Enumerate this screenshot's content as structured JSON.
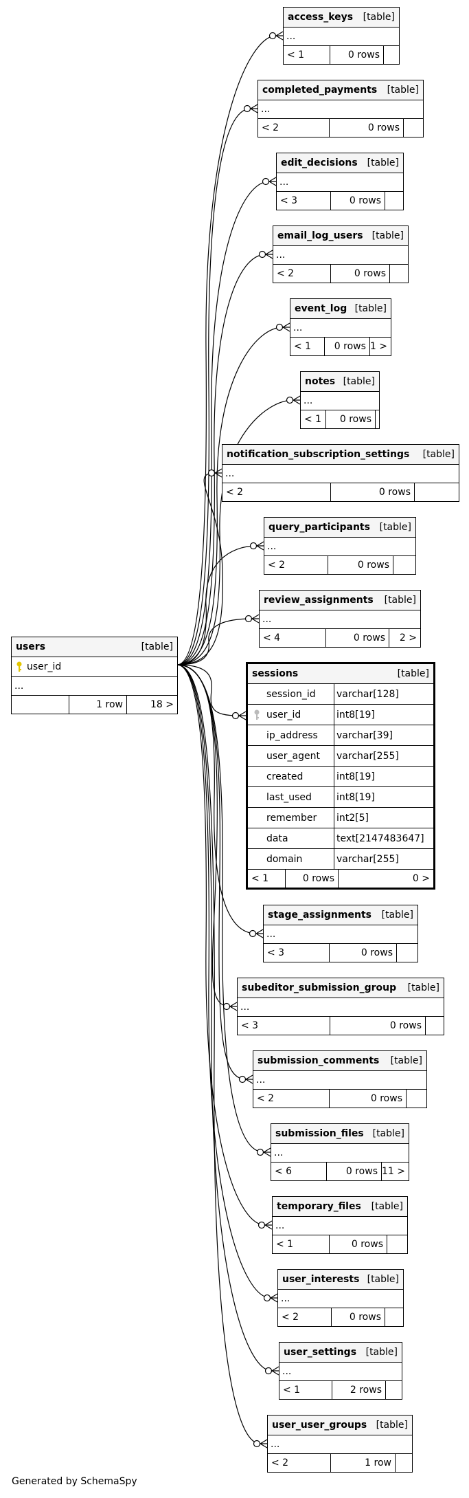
{
  "diagram": {
    "generator_credit": "Generated by SchemaSpy",
    "table_suffix": "[table]",
    "ellipsis": "...",
    "users_table": {
      "name": "users",
      "key_column": "user_id",
      "footer": [
        "",
        "1 row",
        "18 >"
      ]
    },
    "focus_table": {
      "name": "sessions",
      "columns": [
        {
          "name": "session_id",
          "type": "varchar[128]",
          "key": false
        },
        {
          "name": "user_id",
          "type": "int8[19]",
          "key": true
        },
        {
          "name": "ip_address",
          "type": "varchar[39]",
          "key": false
        },
        {
          "name": "user_agent",
          "type": "varchar[255]",
          "key": false
        },
        {
          "name": "created",
          "type": "int8[19]",
          "key": false
        },
        {
          "name": "last_used",
          "type": "int8[19]",
          "key": false
        },
        {
          "name": "remember",
          "type": "int2[5]",
          "key": false
        },
        {
          "name": "data",
          "type": "text[2147483647]",
          "key": false
        },
        {
          "name": "domain",
          "type": "varchar[255]",
          "key": false
        }
      ],
      "footer": [
        "< 1",
        "0 rows",
        "0 >"
      ]
    },
    "child_tables": [
      {
        "name": "access_keys",
        "parents": "< 1",
        "rows": "0 rows",
        "children": ""
      },
      {
        "name": "completed_payments",
        "parents": "< 2",
        "rows": "0 rows",
        "children": ""
      },
      {
        "name": "edit_decisions",
        "parents": "< 3",
        "rows": "0 rows",
        "children": ""
      },
      {
        "name": "email_log_users",
        "parents": "< 2",
        "rows": "0 rows",
        "children": ""
      },
      {
        "name": "event_log",
        "parents": "< 1",
        "rows": "0 rows",
        "children": "1 >"
      },
      {
        "name": "notes",
        "parents": "< 1",
        "rows": "0 rows",
        "children": ""
      },
      {
        "name": "notification_subscription_settings",
        "parents": "< 2",
        "rows": "0 rows",
        "children": ""
      },
      {
        "name": "query_participants",
        "parents": "< 2",
        "rows": "0 rows",
        "children": ""
      },
      {
        "name": "review_assignments",
        "parents": "< 4",
        "rows": "0 rows",
        "children": "2 >"
      },
      {
        "name": "stage_assignments",
        "parents": "< 3",
        "rows": "0 rows",
        "children": ""
      },
      {
        "name": "subeditor_submission_group",
        "parents": "< 3",
        "rows": "0 rows",
        "children": ""
      },
      {
        "name": "submission_comments",
        "parents": "< 2",
        "rows": "0 rows",
        "children": ""
      },
      {
        "name": "submission_files",
        "parents": "< 6",
        "rows": "0 rows",
        "children": "11 >"
      },
      {
        "name": "temporary_files",
        "parents": "< 1",
        "rows": "0 rows",
        "children": ""
      },
      {
        "name": "user_interests",
        "parents": "< 2",
        "rows": "0 rows",
        "children": ""
      },
      {
        "name": "user_settings",
        "parents": "< 1",
        "rows": "2 rows",
        "children": ""
      },
      {
        "name": "user_user_groups",
        "parents": "< 2",
        "rows": "1 row",
        "children": ""
      }
    ]
  }
}
